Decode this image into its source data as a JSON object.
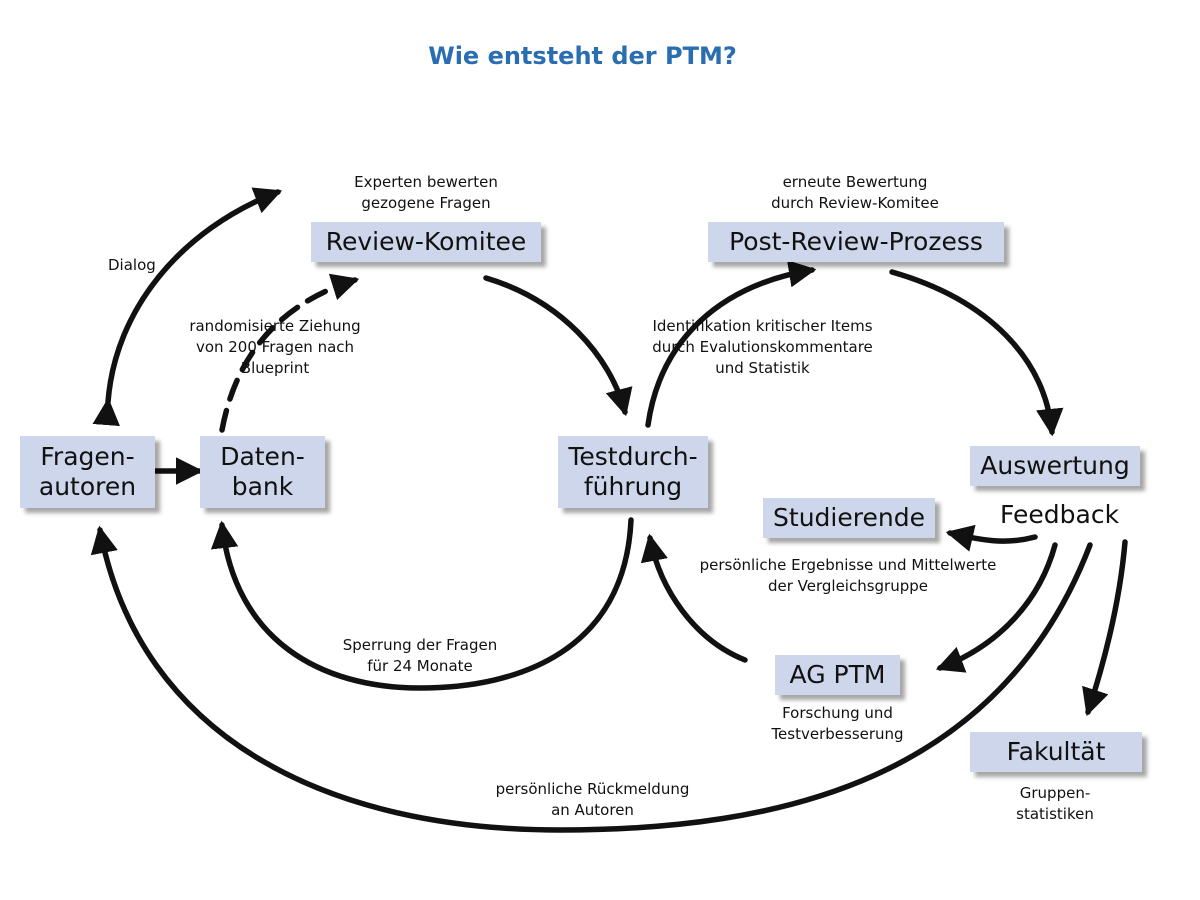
{
  "title": "Wie entsteht der PTM?",
  "nodes": {
    "review_komitee": "Review-Komitee",
    "post_review": "Post-Review-Prozess",
    "fragen_autoren": [
      "Fragen-",
      "autoren"
    ],
    "datenbank": [
      "Daten-",
      "bank"
    ],
    "testdurchfuehrung": [
      "Testdurch-",
      "führung"
    ],
    "auswertung": "Auswertung",
    "feedback": "Feedback",
    "studierende": "Studierende",
    "ag_ptm": "AG PTM",
    "fakultaet": "Fakultät"
  },
  "notes": {
    "experten": [
      "Experten bewerten",
      "gezogene Fragen"
    ],
    "erneute": [
      "erneute Bewertung",
      "durch Review-Komitee"
    ],
    "dialog": "Dialog",
    "randomisiert": [
      "randomisierte Ziehung",
      "von 200 Fragen nach",
      "Blueprint"
    ],
    "identifikation": [
      "Identifikation kritischer Items",
      "durch Evalutionskommentare",
      "und Statistik"
    ],
    "persoenliche_ergebnisse": [
      "persönliche Ergebnisse und Mittelwerte",
      "der Vergleichsgruppe"
    ],
    "sperrung": [
      "Sperrung der Fragen",
      "für 24 Monate"
    ],
    "forschung": [
      "Forschung und",
      "Testverbesserung"
    ],
    "rueckmeldung": [
      "persönliche Rückmeldung",
      "an Autoren"
    ],
    "gruppen": [
      "Gruppen-",
      "statistiken"
    ]
  },
  "colors": {
    "title": "#2a6db0",
    "box": "#cdd6ea",
    "arrow": "#111111"
  }
}
